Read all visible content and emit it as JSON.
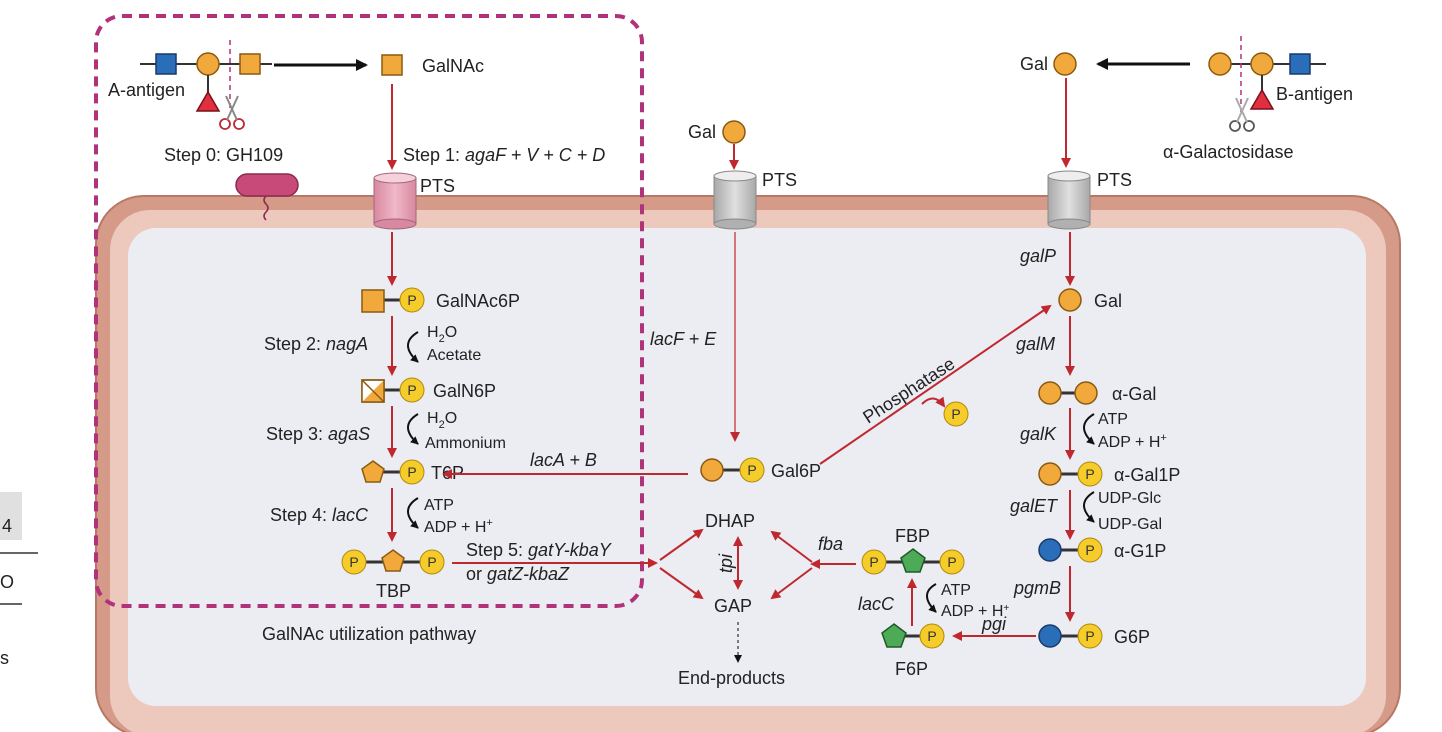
{
  "labels": {
    "a_antigen": "A-antigen",
    "galnac": "GalNAc",
    "step0": "Step 0: GH109",
    "step1_prefix": "Step 1: ",
    "step1_genes": "agaF + V + C + D",
    "pts": "PTS",
    "gal": "Gal",
    "b_antigen": "B-antigen",
    "alpha_galactosidase": "α-Galactosidase",
    "galnac6p": "GalNAc6P",
    "step2_prefix": "Step 2: ",
    "step2_gene": "nagA",
    "h2o": "H",
    "h2o_sub": "2",
    "h2o_o": "O",
    "acetate": "Acetate",
    "galn6p": "GalN6P",
    "step3_prefix": "Step 3: ",
    "step3_gene": "agaS",
    "ammonium": "Ammonium",
    "t6p": "T6P",
    "step4_prefix": "Step 4: ",
    "step4_gene": "lacC",
    "atp": "ATP",
    "adp": "ADP + H",
    "plus": "+",
    "tbp": "TBP",
    "step5_prefix": "Step 5: ",
    "step5_gene1": "gatY-kbaY",
    "or": "or ",
    "step5_gene2": "gatZ-kbaZ",
    "pathway": "GalNAc utilization pathway",
    "lacF_E": "lacF + E",
    "lacA_B": "lacA + B",
    "gal6p": "Gal6P",
    "dhap": "DHAP",
    "gap": "GAP",
    "tpi": "tpi",
    "fba": "fba",
    "end_products": "End-products",
    "phosphatase": "Phosphatase",
    "galP": "galP",
    "galM": "galM",
    "alpha_gal": "α-Gal",
    "galK": "galK",
    "alpha_gal1p": "α-Gal1P",
    "galET": "galET",
    "udp_glc": "UDP-Glc",
    "udp_gal": "UDP-Gal",
    "alpha_g1p": "α-G1P",
    "pgmB": "pgmB",
    "g6p": "G6P",
    "pgi": "pgi",
    "f6p": "F6P",
    "fbp": "FBP",
    "lacC": "lacC",
    "p": "P",
    "edge_4": "4",
    "edge_o": "O",
    "edge_s": "s"
  },
  "colors": {
    "cell_outer": "#d9a090",
    "cell_mid": "#e8c4b8",
    "cytoplasm": "#ececf3",
    "arrow_red": "#c0282f",
    "dashed_box": "#b0327a",
    "galnac_square": "#f2a93b",
    "blue_square": "#2a6db8",
    "gal_circle": "#f2a93b",
    "phosphate": "#f5cc2a",
    "red_triangle": "#e03040",
    "pentagon_orange": "#f2a93b",
    "pentagon_green": "#4daa57",
    "glucose_blue": "#2a6db8",
    "pts_pink": "#e8a0b8",
    "pts_grey": "#c8c8c8",
    "gh109": "#c84a78"
  }
}
